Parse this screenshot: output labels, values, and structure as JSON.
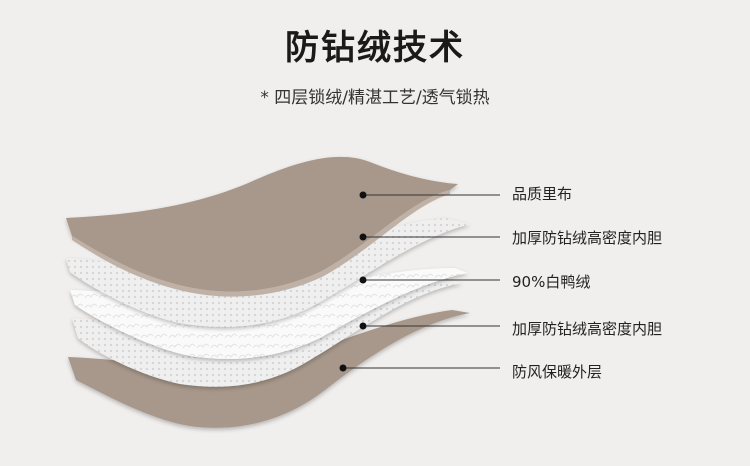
{
  "title": "防钻绒技术",
  "subtitle": "* 四层锁绒/精湛工艺/透气锁热",
  "layers": [
    {
      "label": "品质里布"
    },
    {
      "label": "加厚防钻绒高密度内胆"
    },
    {
      "label": "90%白鸭绒"
    },
    {
      "label": "加厚防钻绒高密度内胆"
    },
    {
      "label": "防风保暖外层"
    }
  ],
  "colors": {
    "fabric": "#a8988b",
    "fabric_edge": "#bfb1a6",
    "mesh": "#eeeeee",
    "down": "#fbfbfb",
    "background": "#f1efed",
    "leader": "#333333"
  }
}
